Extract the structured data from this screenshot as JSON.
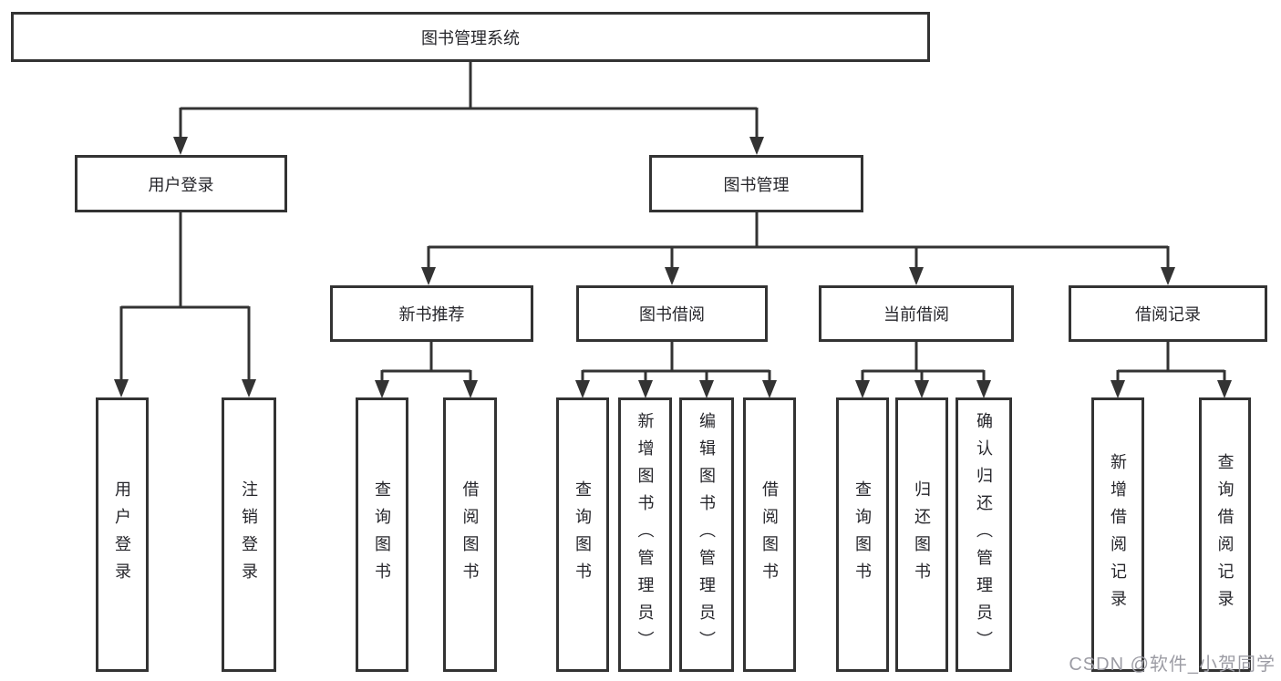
{
  "diagram": {
    "title": "图书管理系统",
    "level2": [
      {
        "label": "用户登录"
      },
      {
        "label": "图书管理"
      }
    ],
    "level3": [
      {
        "label": "新书推荐",
        "parent": "图书管理"
      },
      {
        "label": "图书借阅",
        "parent": "图书管理"
      },
      {
        "label": "当前借阅",
        "parent": "图书管理"
      },
      {
        "label": "借阅记录",
        "parent": "图书管理"
      }
    ],
    "leaves": [
      {
        "label": "用户登录",
        "parent": "用户登录"
      },
      {
        "label": "注销登录",
        "parent": "用户登录"
      },
      {
        "label": "查询图书",
        "parent": "新书推荐"
      },
      {
        "label": "借阅图书",
        "parent": "新书推荐"
      },
      {
        "label": "查询图书",
        "parent": "图书借阅"
      },
      {
        "label": "新增图书（管理员）",
        "parent": "图书借阅"
      },
      {
        "label": "编辑图书（管理员）",
        "parent": "图书借阅"
      },
      {
        "label": "借阅图书",
        "parent": "图书借阅"
      },
      {
        "label": "查询图书",
        "parent": "当前借阅"
      },
      {
        "label": "归还图书",
        "parent": "当前借阅"
      },
      {
        "label": "确认归还（管理员）",
        "parent": "当前借阅"
      },
      {
        "label": "新增借阅记录",
        "parent": "借阅记录"
      },
      {
        "label": "查询借阅记录",
        "parent": "借阅记录"
      }
    ],
    "colors": {
      "line": "#333333",
      "text": "#26262b",
      "background": "#ffffff",
      "watermark": "#9c9ca4"
    }
  },
  "watermark": {
    "text": "CSDN @软件_小贺同学"
  }
}
